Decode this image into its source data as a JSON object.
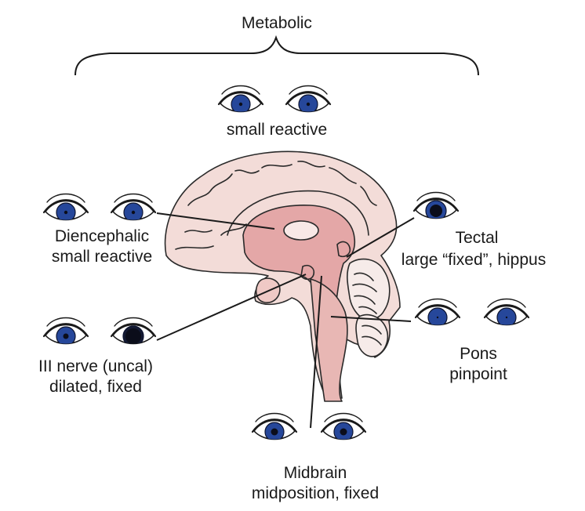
{
  "colors": {
    "iris_normal": "#26479a",
    "iris_dark": "#141a33",
    "brain_fill": "#f3dcd8",
    "brain_deep": "#e4a7a7"
  },
  "labels": {
    "metabolic": "Metabolic",
    "small_reactive": "small reactive",
    "diencephalic_1": "Diencephalic",
    "diencephalic_2": "small reactive",
    "tectal_1": "Tectal",
    "tectal_2": "large “fixed”, hippus",
    "third_nerve_1": "III nerve (uncal)",
    "third_nerve_2": "dilated, fixed",
    "pons_1": "Pons",
    "pons_2": "pinpoint",
    "midbrain_1": "Midbrain",
    "midbrain_2": "midposition, fixed"
  },
  "eye_pairs": [
    {
      "level": "metabolic",
      "pupils": [
        "small",
        "small"
      ]
    },
    {
      "level": "diencephalic",
      "pupils": [
        "small",
        "small"
      ]
    },
    {
      "level": "tectal",
      "pupils": [
        "large"
      ]
    },
    {
      "level": "third-nerve",
      "pupils": [
        "normal",
        "dilated"
      ]
    },
    {
      "level": "pons",
      "pupils": [
        "pinpoint",
        "pinpoint"
      ]
    },
    {
      "level": "midbrain",
      "pupils": [
        "mid",
        "mid"
      ]
    }
  ]
}
